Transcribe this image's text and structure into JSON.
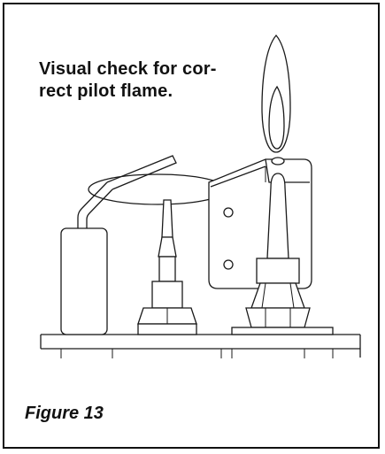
{
  "caption": {
    "line1": "Visual check for cor-",
    "line2": "rect pilot flame."
  },
  "figure_label": "Figure 13",
  "colors": {
    "ink": "#111111",
    "background": "#ffffff"
  }
}
